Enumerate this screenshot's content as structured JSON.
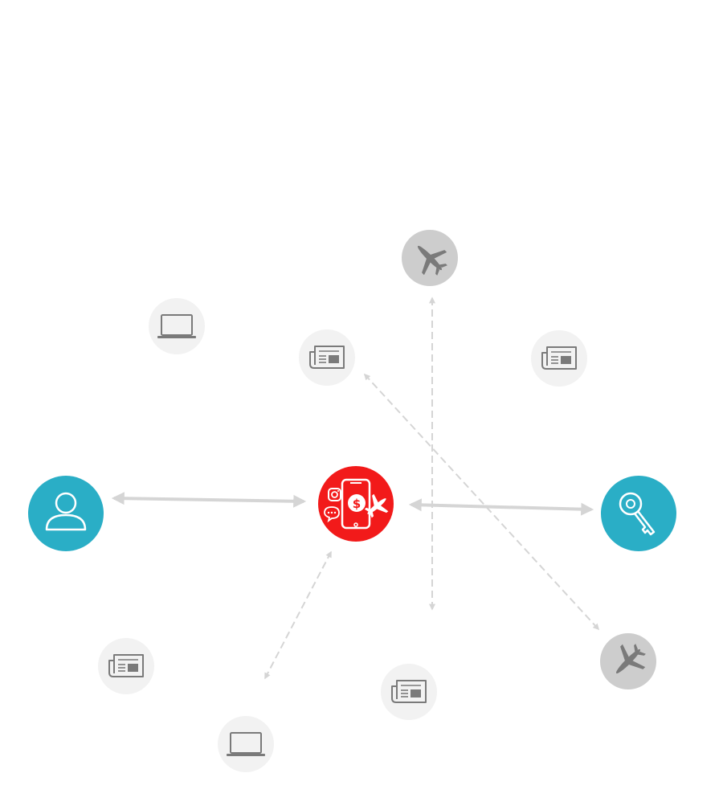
{
  "colors": {
    "hub": "#f21a1a",
    "endpoint": "#2aaec6",
    "light_node": "#f2f2f2",
    "dark_node": "#cdcdcd",
    "icon_gray": "#7a7a7a",
    "connector": "#d5d5d5"
  },
  "nodes": {
    "hub": {
      "icon": "mobile-travel-payment-icon"
    },
    "user": {
      "icon": "user-icon"
    },
    "key": {
      "icon": "key-icon"
    },
    "plane_top": {
      "icon": "airplane-icon"
    },
    "plane_bottom_right": {
      "icon": "airplane-icon"
    },
    "laptop_top_left": {
      "icon": "laptop-icon"
    },
    "laptop_bottom": {
      "icon": "laptop-icon"
    },
    "news_center": {
      "icon": "newspaper-icon"
    },
    "news_right": {
      "icon": "newspaper-icon"
    },
    "news_bottom_left": {
      "icon": "newspaper-icon"
    },
    "news_bottom": {
      "icon": "newspaper-icon"
    }
  },
  "connectors": [
    {
      "from": "user",
      "to": "hub",
      "style": "solid",
      "arrows": "both"
    },
    {
      "from": "hub",
      "to": "key",
      "style": "solid",
      "arrows": "both"
    },
    {
      "from": "plane_top",
      "to": "news_bottom",
      "style": "dashed",
      "arrows": "both"
    },
    {
      "from": "news_center",
      "to": "plane_bottom_right",
      "style": "dashed",
      "arrows": "both"
    },
    {
      "from": "hub",
      "to": "laptop_bottom",
      "style": "dashed",
      "arrows": "both"
    }
  ]
}
